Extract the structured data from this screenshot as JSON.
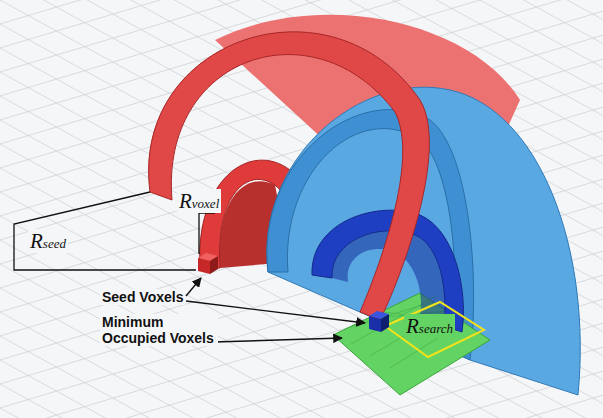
{
  "diagram": {
    "labels": [
      "Rseed",
      "Rvoxel",
      "Seed Voxels",
      "Minimum Occupied Voxels",
      "Rsearch"
    ]
  }
}
